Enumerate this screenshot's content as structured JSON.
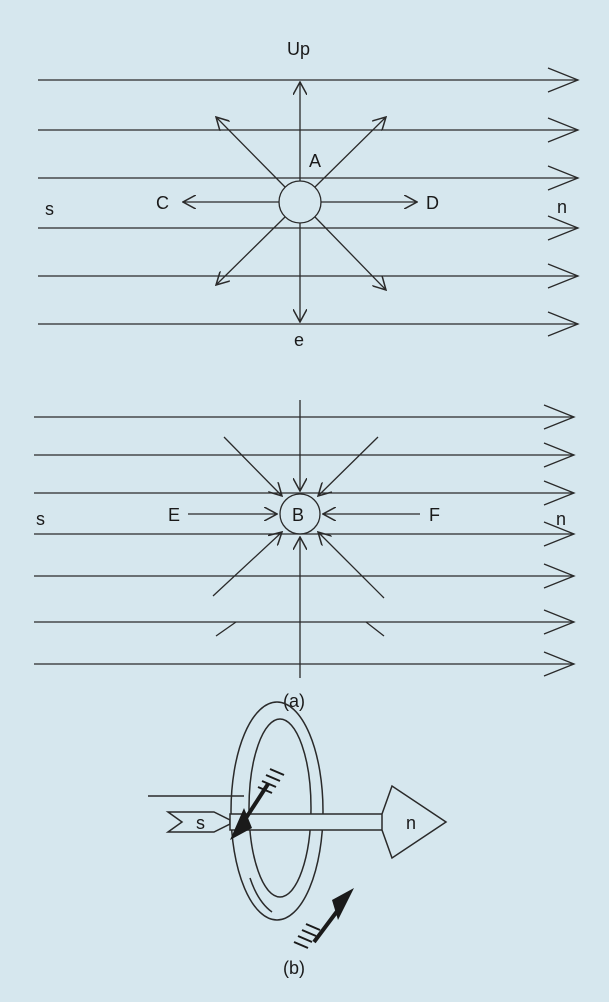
{
  "diagram_a_top": {
    "label_up": "Up",
    "label_down": "e",
    "label_left": "s",
    "label_right": "n",
    "label_center": "A",
    "label_west": "C",
    "label_east": "D"
  },
  "diagram_a_bottom": {
    "label_left": "s",
    "label_right": "n",
    "label_center": "B",
    "label_west": "E",
    "label_east": "F"
  },
  "captions": {
    "a": "(a)",
    "b": "(b)"
  },
  "diagram_b": {
    "label_tail": "s",
    "label_head": "n"
  }
}
